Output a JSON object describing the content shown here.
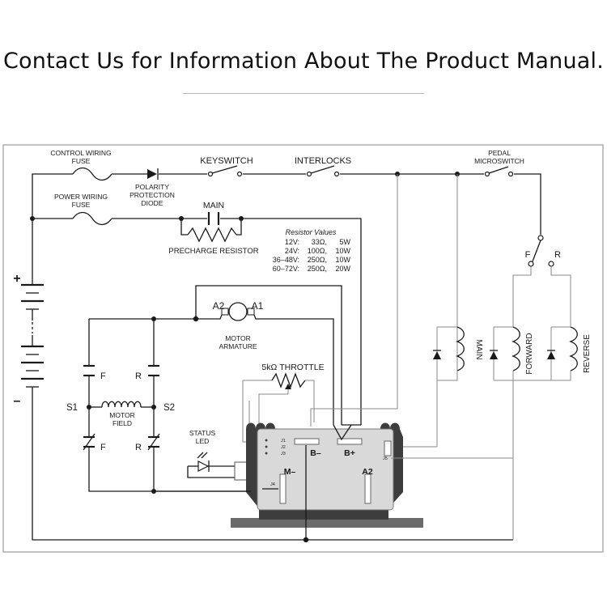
{
  "header": {
    "title": "Contact Us for Information About The Product Manual."
  },
  "diagram": {
    "labels": {
      "control_wiring_fuse_1": "CONTROL WIRING",
      "control_wiring_fuse_2": "FUSE",
      "power_wiring_fuse_1": "POWER WIRING",
      "power_wiring_fuse_2": "FUSE",
      "polarity_1": "POLARITY",
      "polarity_2": "PROTECTION",
      "polarity_3": "DIODE",
      "keyswitch": "KEYSWITCH",
      "interlocks": "INTERLOCKS",
      "pedal_1": "PEDAL",
      "pedal_2": "MICROSWITCH",
      "main_contactor": "MAIN",
      "precharge_resistor": "PRECHARGE RESISTOR",
      "resistor_values_title": "Resistor Values",
      "plus": "+",
      "minus": "–",
      "f_label": "F",
      "r_label": "R",
      "a2": "A2",
      "a1": "A1",
      "motor_armature_1": "MOTOR",
      "motor_armature_2": "ARMATURE",
      "throttle": "5kΩ THROTTLE",
      "s1": "S1",
      "s2": "S2",
      "motor_field_1": "MOTOR",
      "motor_field_2": "FIELD",
      "status_led_1": "STATUS",
      "status_led_2": "LED",
      "coil_main": "MAIN",
      "coil_forward": "FORWARD",
      "coil_reverse": "REVERSE",
      "b_minus": "B–",
      "b_plus": "B+",
      "m_minus": "M–",
      "ctrl_a2": "A2",
      "j1": "J1",
      "j2": "J2",
      "j3": "J3",
      "j4": "J4",
      "j5": "J5"
    },
    "resistor_values": [
      {
        "voltage": "12V:",
        "ohms": "33Ω,",
        "watts": "5W"
      },
      {
        "voltage": "24V:",
        "ohms": "100Ω,",
        "watts": "10W"
      },
      {
        "voltage": "36–48V:",
        "ohms": "250Ω,",
        "watts": "10W"
      },
      {
        "voltage": "60–72V:",
        "ohms": "250Ω,",
        "watts": "20W"
      }
    ]
  }
}
